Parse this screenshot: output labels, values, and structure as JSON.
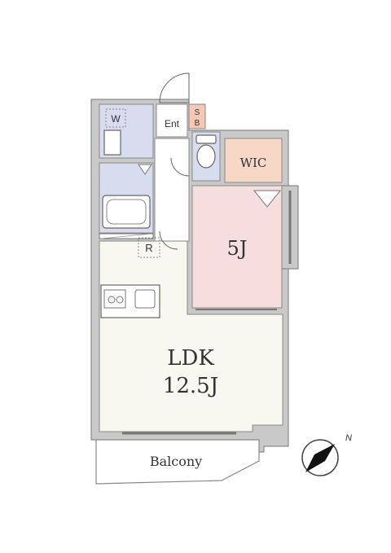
{
  "rooms": {
    "ldk_name": "LDK",
    "ldk_area": "12.5J",
    "bedroom": "5J",
    "wic": "WIC",
    "entrance": "Ent",
    "shoe_box_1": "S",
    "shoe_box_2": "B",
    "washer": "W",
    "refrigerator": "R",
    "balcony": "Balcony"
  },
  "compass": {
    "label": "N"
  },
  "colors": {
    "ldk_floor": "#f8f8f0",
    "bedroom_floor": "#f7dede",
    "wic_floor": "#f7d7c5",
    "shoebox_floor": "#f5c8b4",
    "wet_area": "#d7dcef",
    "wall": "#c9c9c9"
  }
}
